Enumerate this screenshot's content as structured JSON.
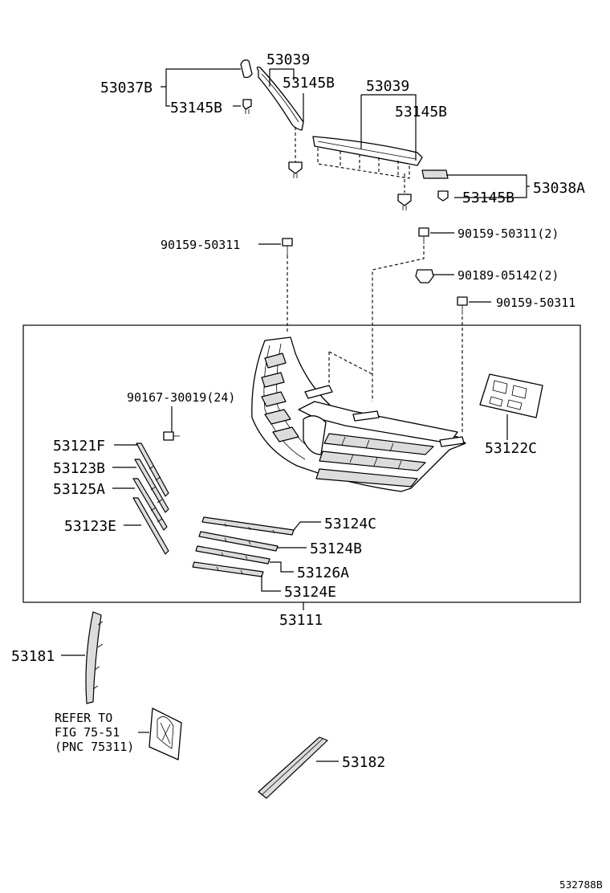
{
  "labels": {
    "p53037B": "53037B",
    "p53039_left": "53039",
    "p53145B_left_top": "53145B",
    "p53145B_left_clip": "53145B",
    "p53039_right": "53039",
    "p53145B_right_top": "53145B",
    "p53145B_right_clip": "53145B",
    "p53038A": "53038A",
    "bolt_90159_left": "90159-50311",
    "bolt_90159_right_2": "90159-50311(2)",
    "clip_90189": "90189-05142(2)",
    "bolt_90159_right": "90159-50311",
    "screw_90167": "90167-30019(24)",
    "p53121F": "53121F",
    "p53123B": "53123B",
    "p53125A": "53125A",
    "p53123E": "53123E",
    "p53122C": "53122C",
    "p53124C": "53124C",
    "p53124B": "53124B",
    "p53126A": "53126A",
    "p53124E": "53124E",
    "p53111": "53111",
    "p53181": "53181",
    "refer_line1": "REFER TO",
    "refer_line2": "FIG 75-51",
    "refer_line3": "(PNC 75311)",
    "p53182": "53182",
    "diagram_id": "532788B"
  }
}
